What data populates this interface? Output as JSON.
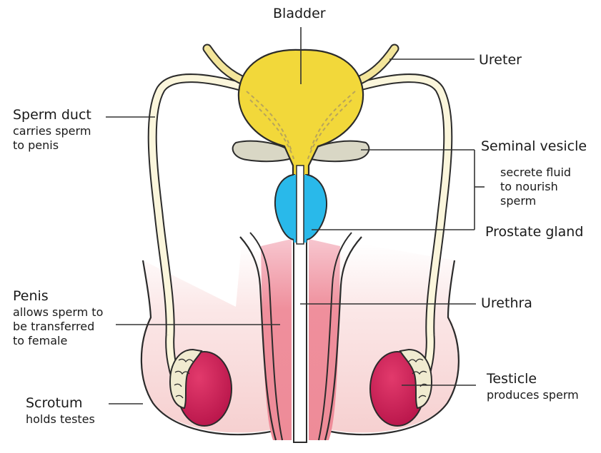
{
  "labels": {
    "bladder": "Bladder",
    "ureter": "Ureter",
    "sperm_duct": {
      "title": "Sperm duct",
      "line2": "carries sperm",
      "line3": "to penis"
    },
    "seminal_vesicle": "Seminal vesicle",
    "secretion": {
      "line1": "secrete fluid",
      "line2": "to nourish",
      "line3": "sperm"
    },
    "prostate_gland": "Prostate gland",
    "penis": {
      "title": "Penis",
      "line2": "allows sperm to",
      "line3": "be transferred",
      "line4": "to female"
    },
    "urethra": "Urethra",
    "testicle": {
      "title": "Testicle",
      "line2": "produces sperm"
    },
    "scrotum": {
      "title": "Scrotum",
      "line2": "holds testes"
    }
  },
  "colors": {
    "bladder": "#f2d83a",
    "prostate": "#29b9ea",
    "seminal_vesicle": "#d9d7c5",
    "sperm_duct": "#fbf6dc",
    "penis": "#ee8b98",
    "scrotum": "#f9dcdc",
    "testicle": "#d3225a",
    "epididymis": "#f0ebd0",
    "outline": "#2b2b2b"
  }
}
